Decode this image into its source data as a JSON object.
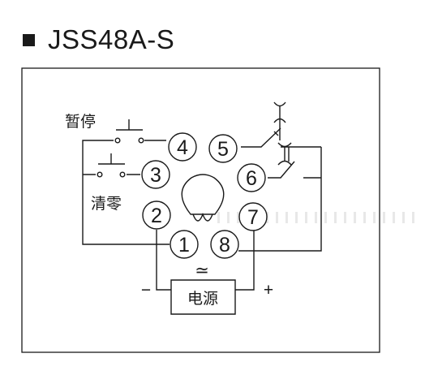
{
  "title": "JSS48A-S",
  "labels": {
    "pause": "暂停",
    "clear": "清零",
    "power_supply": "电源",
    "ac_dc_symbol": "≃",
    "minus": "−",
    "plus": "+"
  },
  "terminals": [
    {
      "id": "t1",
      "label": "1"
    },
    {
      "id": "t2",
      "label": "2"
    },
    {
      "id": "t3",
      "label": "3"
    },
    {
      "id": "t4",
      "label": "4"
    },
    {
      "id": "t5",
      "label": "5"
    },
    {
      "id": "t6",
      "label": "6"
    },
    {
      "id": "t7",
      "label": "7"
    },
    {
      "id": "t8",
      "label": "8"
    }
  ],
  "colors": {
    "stroke": "#1a1a1a",
    "background": "#ffffff"
  }
}
